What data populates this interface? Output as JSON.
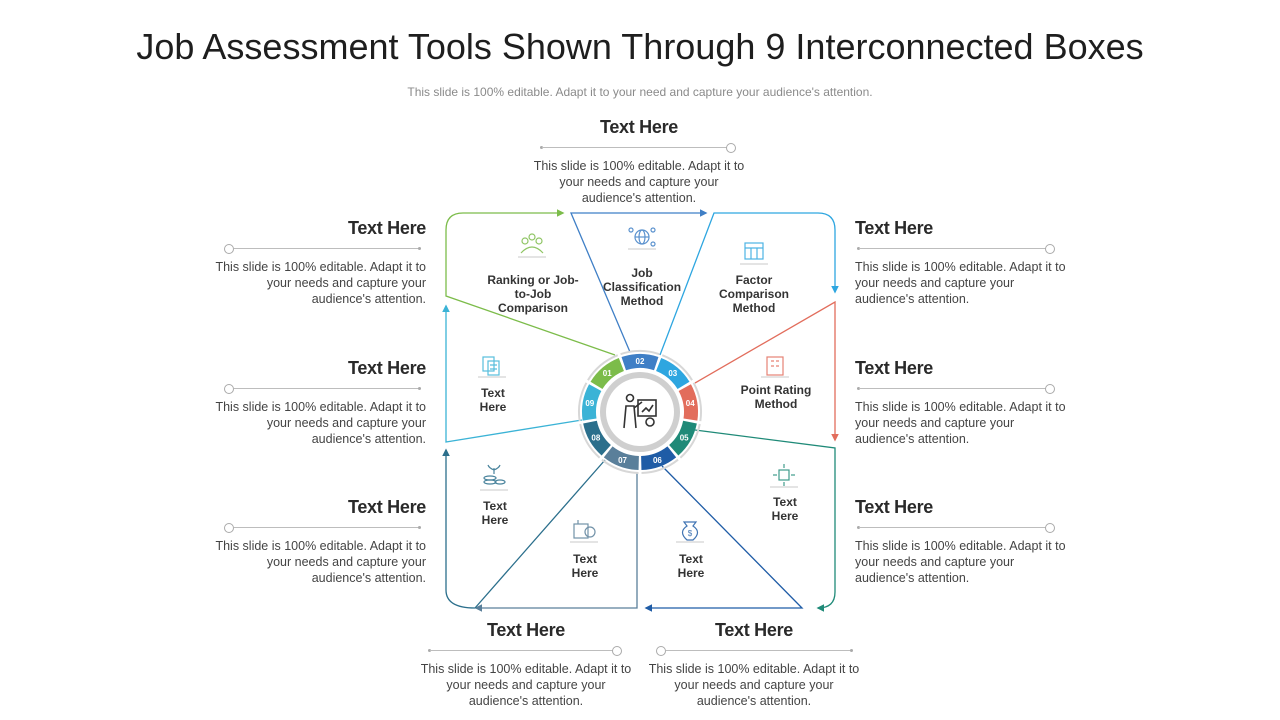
{
  "title": "Job Assessment Tools Shown Through 9 Interconnected Boxes",
  "subtitle": "This slide is 100% editable. Adapt it to your need and capture your audience's attention.",
  "center_icon": "presenter-chart-icon",
  "segments": [
    {
      "num": "01",
      "label": "Ranking or Job-to-Job Comparison",
      "color": "#7cbc4a",
      "icon": "people-network-icon"
    },
    {
      "num": "02",
      "label": "Job Classification Method",
      "color": "#3f7fc6",
      "icon": "globe-network-icon"
    },
    {
      "num": "03",
      "label": "Factor Comparison Method",
      "color": "#2ea6e0",
      "icon": "calendar-board-icon"
    },
    {
      "num": "04",
      "label": "Point Rating Method",
      "color": "#e26d5c",
      "icon": "building-icon"
    },
    {
      "num": "05",
      "label": "Text Here",
      "color": "#1f8a78",
      "icon": "circuit-icon"
    },
    {
      "num": "06",
      "label": "Text Here",
      "color": "#1f5ca6",
      "icon": "money-bag-icon"
    },
    {
      "num": "07",
      "label": "Text Here",
      "color": "#5a7f9a",
      "icon": "money-case-icon"
    },
    {
      "num": "08",
      "label": "Text Here",
      "color": "#2b6f8c",
      "icon": "coins-plant-icon"
    },
    {
      "num": "09",
      "label": "Text Here",
      "color": "#3bb3d6",
      "icon": "documents-icon"
    }
  ],
  "callouts": [
    {
      "heading": "Text Here",
      "desc": "This slide is 100% editable. Adapt it to your needs and capture your audience's attention."
    },
    {
      "heading": "Text Here",
      "desc": "This slide is 100% editable. Adapt it to your needs and capture your audience's attention."
    },
    {
      "heading": "Text Here",
      "desc": "This slide is 100% editable. Adapt it to your needs and capture your audience's attention."
    },
    {
      "heading": "Text Here",
      "desc": "This slide is 100% editable. Adapt it to your needs and capture your audience's attention."
    },
    {
      "heading": "Text Here",
      "desc": "This slide is 100% editable. Adapt it to your needs and capture your audience's attention."
    },
    {
      "heading": "Text Here",
      "desc": "This slide is 100% editable. Adapt it to your needs and capture your audience's attention."
    },
    {
      "heading": "Text Here",
      "desc": "This slide is 100% editable. Adapt it to your needs and capture your audience's attention."
    },
    {
      "heading": "Text Here",
      "desc": "This slide is 100% editable. Adapt it to your needs and capture your audience's attention."
    },
    {
      "heading": "Text Here",
      "desc": "This slide is 100% editable. Adapt it to your needs and capture your audience's attention."
    }
  ]
}
